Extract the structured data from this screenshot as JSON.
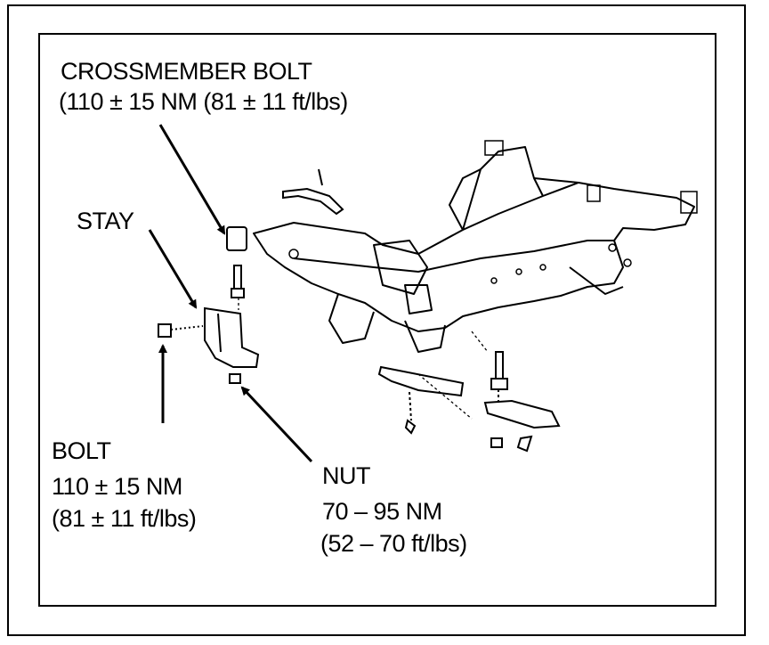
{
  "callouts": {
    "crossmember_bolt": {
      "title": "CROSSMEMBER BOLT",
      "torque": "(110 ± 15 NM (81 ± 11 ft/lbs)"
    },
    "stay": {
      "title": "STAY"
    },
    "bolt": {
      "title": "BOLT",
      "torque_nm": "110 ± 15 NM",
      "torque_ftlbs": "(81 ± 11 ft/lbs)"
    },
    "nut": {
      "title": "NUT",
      "torque_nm": "70 – 95 NM",
      "torque_ftlbs": "(52 – 70 ft/lbs)"
    }
  }
}
